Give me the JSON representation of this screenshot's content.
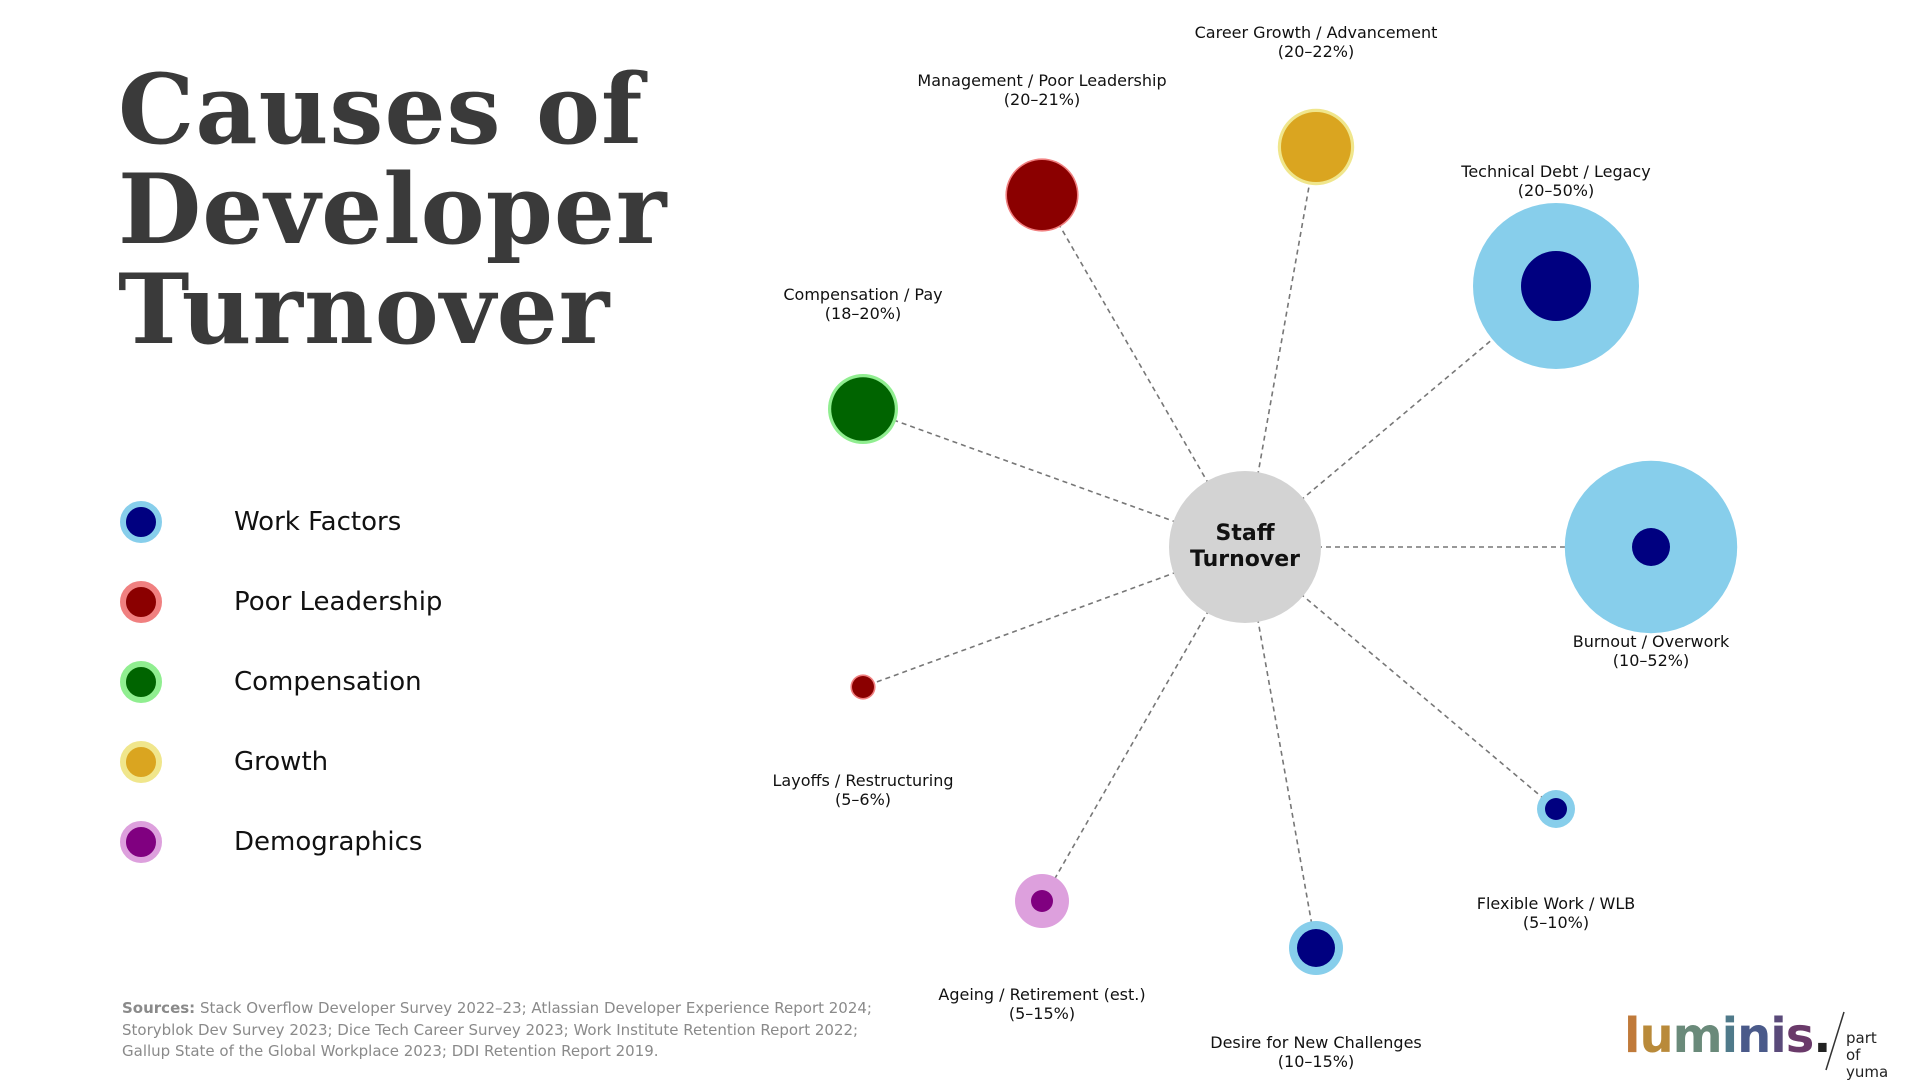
{
  "title_lines": [
    "Causes of",
    "Developer",
    "Turnover"
  ],
  "center": {
    "line1": "Staff",
    "line2": "Turnover",
    "color": "#d3d3d3"
  },
  "legend": [
    {
      "label": "Work Factors",
      "inner": "#000080",
      "outer": "#87ceeb"
    },
    {
      "label": "Poor Leadership",
      "inner": "#8b0000",
      "outer": "#f08080"
    },
    {
      "label": "Compensation",
      "inner": "#006400",
      "outer": "#90ee90"
    },
    {
      "label": "Growth",
      "inner": "#daa520",
      "outer": "#f0e68c"
    },
    {
      "label": "Demographics",
      "inner": "#800080",
      "outer": "#dda0dd"
    }
  ],
  "causes": [
    {
      "name": "Career Growth / Advancement",
      "range": "(20–22%)",
      "low": 20,
      "high": 22,
      "category": "Growth"
    },
    {
      "name": "Management / Poor Leadership",
      "range": "(20–21%)",
      "low": 20,
      "high": 21,
      "category": "Poor Leadership"
    },
    {
      "name": "Technical Debt / Legacy",
      "range": "(20–50%)",
      "low": 20,
      "high": 50,
      "category": "Work Factors"
    },
    {
      "name": "Compensation / Pay",
      "range": "(18–20%)",
      "low": 18,
      "high": 20,
      "category": "Compensation"
    },
    {
      "name": "Burnout / Overwork",
      "range": "(10–52%)",
      "low": 10,
      "high": 52,
      "category": "Work Factors"
    },
    {
      "name": "Layoffs / Restructuring",
      "range": "(5–6%)",
      "low": 5,
      "high": 6,
      "category": "Poor Leadership"
    },
    {
      "name": "Flexible Work / WLB",
      "range": "(5–10%)",
      "low": 5,
      "high": 10,
      "category": "Work Factors"
    },
    {
      "name": "Ageing / Retirement (est.)",
      "range": "(5–15%)",
      "low": 5,
      "high": 15,
      "category": "Demographics"
    },
    {
      "name": "Desire for New Challenges",
      "range": "(10–15%)",
      "low": 10,
      "high": 15,
      "category": "Work Factors"
    }
  ],
  "sources": {
    "label": "Sources:",
    "line1": " Stack Overflow Developer Survey 2022–23; Atlassian Developer Experience Report 2024;",
    "line2": "Storyblok Dev Survey 2023; Dice Tech Career Survey 2023; Work Institute Retention Report 2022;",
    "line3": "Gallup State of the Global Workplace 2023; DDI Retention Report 2019."
  },
  "brand": {
    "word": "luminis.",
    "part_line1": "part of",
    "part_line2": "yuma"
  }
}
